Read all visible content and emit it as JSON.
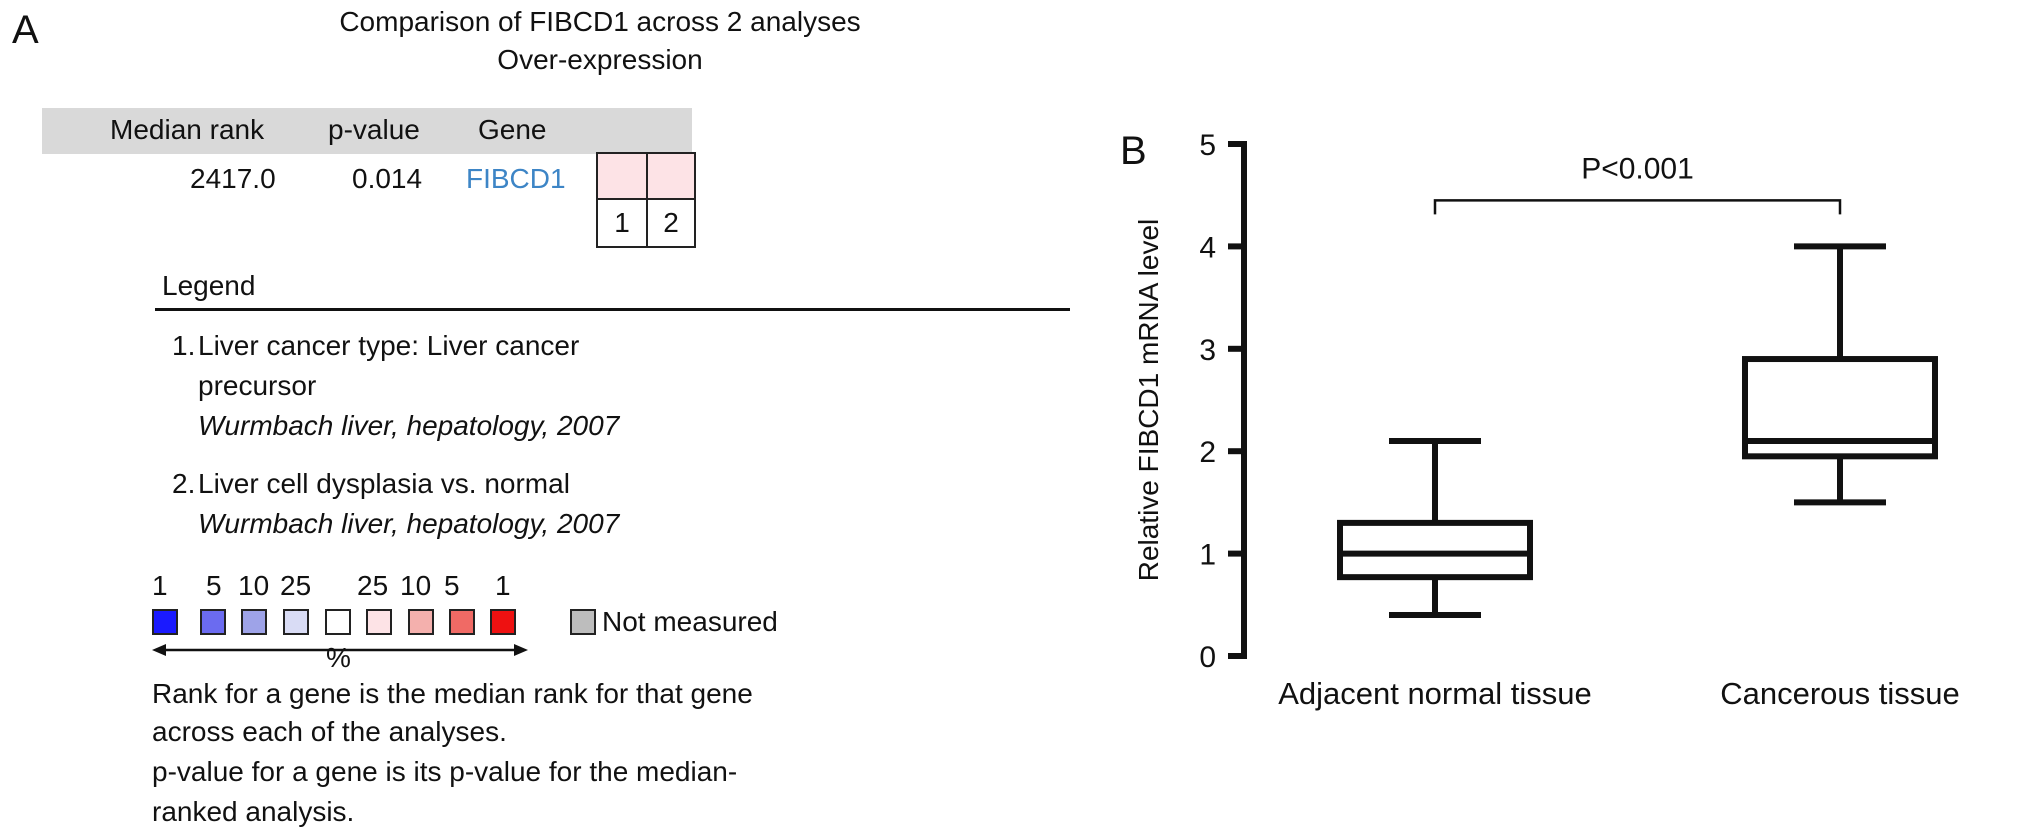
{
  "panel_a": {
    "label": "A",
    "title_line1": "Comparison of FIBCD1 across 2 analyses",
    "title_line2": "Over-expression",
    "table": {
      "headers": [
        "Median rank",
        "p-value",
        "Gene"
      ],
      "row": {
        "median_rank": "2417.0",
        "p_value": "0.014",
        "gene": "FIBCD1"
      },
      "heatmap_cells": [
        "1",
        "2"
      ],
      "heatmap_color": "#fde3e6"
    },
    "legend": {
      "heading": "Legend",
      "items": [
        {
          "num": "1.",
          "line1": "Liver cancer type: Liver cancer",
          "line2": "precursor",
          "citation": "Wurmbach liver, hepatology, 2007"
        },
        {
          "num": "2.",
          "line1": "Liver cell dysplasia vs. normal",
          "citation": "Wurmbach liver, hepatology, 2007"
        }
      ],
      "scale_labels": [
        "1",
        "5",
        "10",
        "25",
        "25",
        "10",
        "5",
        "1"
      ],
      "scale_colors": [
        "#1a1aff",
        "#6b6bf0",
        "#9ea3e8",
        "#d9dcf5",
        "#ffffff",
        "#fde3e6",
        "#f4b0ad",
        "#f06a65",
        "#ee1111"
      ],
      "not_measured_color": "#bdbdbd",
      "not_measured_label": "Not measured",
      "percent_label": "%"
    },
    "notes": [
      "Rank for a gene is the median rank for that gene",
      "across each of the analyses.",
      "p-value for a gene is its p-value for the median-",
      "ranked analysis."
    ]
  },
  "chart_data": {
    "type": "box",
    "panel_label": "B",
    "categories": [
      "Adjacent normal tissue",
      "Cancerous tissue"
    ],
    "boxes": [
      {
        "whisker_low": 0.4,
        "q1": 0.77,
        "median": 1.0,
        "q3": 1.3,
        "whisker_high": 2.1
      },
      {
        "whisker_low": 1.5,
        "q1": 1.95,
        "median": 2.1,
        "q3": 2.9,
        "whisker_high": 4.0
      }
    ],
    "ylabel": "Relative FIBCD1 mRNA level",
    "ylim": [
      0,
      5
    ],
    "yticks": [
      "0",
      "1",
      "2",
      "3",
      "4",
      "5"
    ],
    "significance": {
      "between": [
        0,
        1
      ],
      "label": "P<0.001",
      "at_value": 4.45
    },
    "grid": false
  }
}
